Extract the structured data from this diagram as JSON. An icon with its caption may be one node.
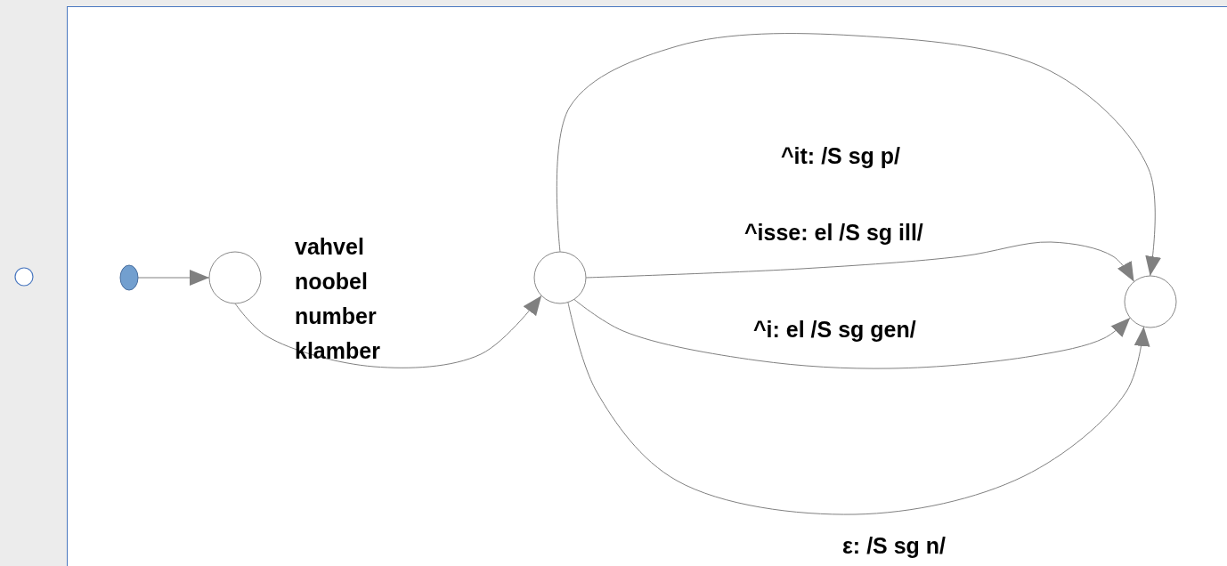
{
  "diagram": {
    "nodes": [
      {
        "text": [],
        "shape": "circle"
      },
      {
        "text": [],
        "shape": "circle"
      },
      {
        "text": [],
        "shape": "circle"
      },
      {
        "text": [],
        "shape": "circle"
      }
    ],
    "edges": [
      {
        "from": 0,
        "to": 1,
        "arrow": "to"
      },
      {
        "from": 1,
        "to": 2,
        "arrow": "to",
        "label": "vahvel noobel number klamber"
      },
      {
        "from": 2,
        "to": 3,
        "arrow": "to",
        "label": "^it: /S sg p/"
      },
      {
        "from": 2,
        "to": 3,
        "arrow": "to",
        "label": "^isse: el /S sg ill/"
      },
      {
        "from": 2,
        "to": 3,
        "arrow": "to",
        "label": "^i: el /S sg gen/"
      },
      {
        "from": 2,
        "to": 3,
        "arrow": "to",
        "label": "ε: /S sg n/"
      }
    ]
  }
}
